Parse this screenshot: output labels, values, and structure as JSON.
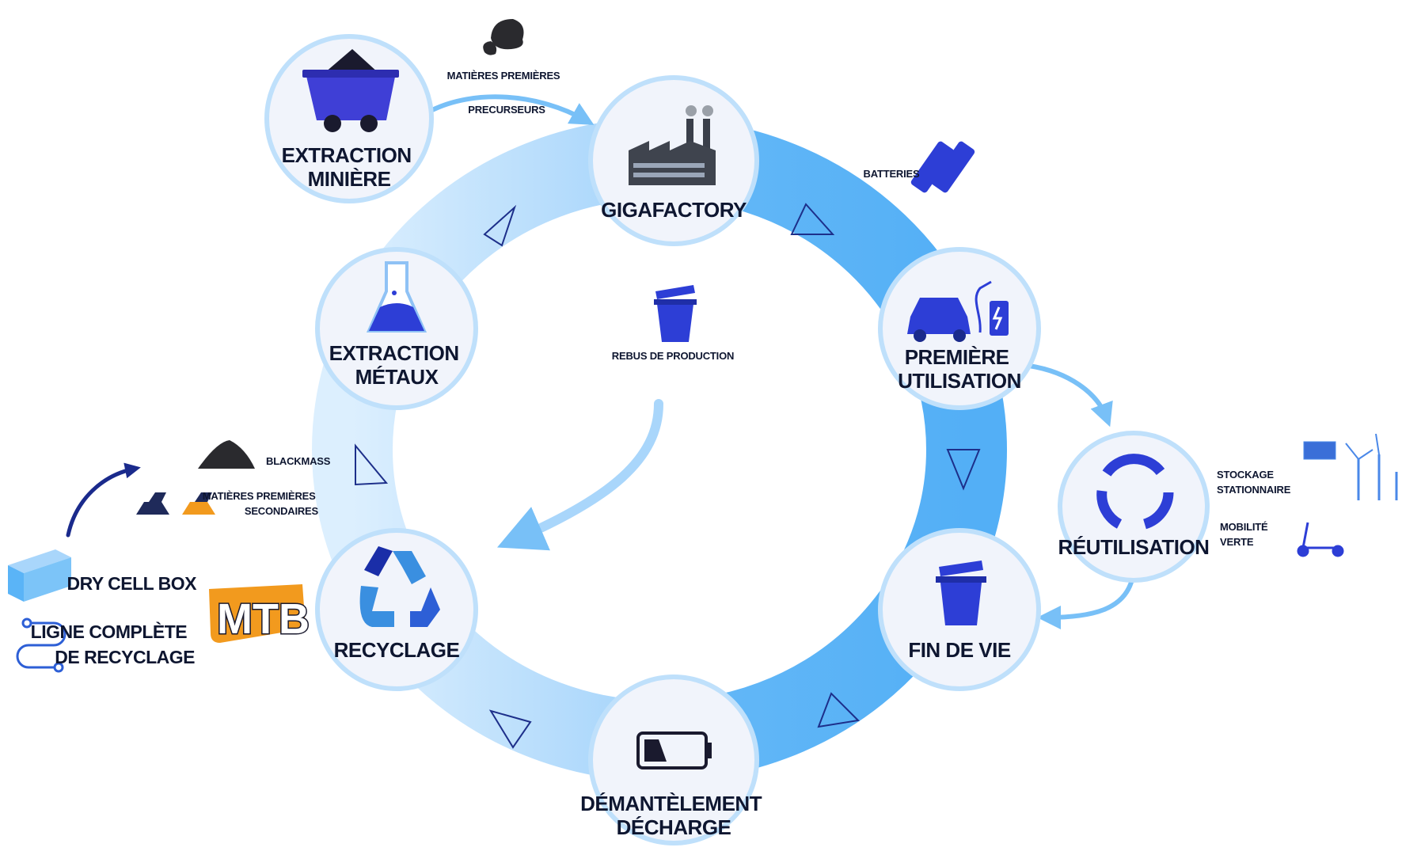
{
  "nodes": {
    "extraction_miniere": [
      "EXTRACTION",
      "MINIÈRE"
    ],
    "gigafactory": [
      "GIGAFACTORY"
    ],
    "premiere_utilisation": [
      "PREMIÈRE",
      "UTILISATION"
    ],
    "reutilisation": [
      "RÉUTILISATION"
    ],
    "fin_de_vie": [
      "FIN DE VIE"
    ],
    "demantelement": [
      "DÉMANTÈLEMENT",
      "DÉCHARGE"
    ],
    "recyclage": [
      "RECYCLAGE"
    ],
    "extraction_metaux": [
      "EXTRACTION",
      "MÉTAUX"
    ]
  },
  "labels": {
    "matieres_premieres": "MATIÈRES PREMIÈRES",
    "precurseurs": "PRECURSEURS",
    "batteries": "BATTERIES",
    "rebus": "REBUS DE PRODUCTION",
    "stockage": [
      "STOCKAGE",
      "STATIONNAIRE"
    ],
    "mobilite": [
      "MOBILITÉ",
      "VERTE"
    ],
    "blackmass": "BLACKMASS",
    "matieres_secondaires": [
      "MATIÈRES PREMIÈRES",
      "SECONDAIRES"
    ],
    "dry_cell_box": "DRY CELL BOX",
    "ligne_recyclage": [
      "LIGNE COMPLÈTE",
      "DE RECYCLAGE"
    ],
    "mtb_logo": "MTB"
  },
  "colors": {
    "ring_light": "#cfe8fd",
    "ring_dark": "#5ab4f7",
    "node_fill": "#f1f4fb",
    "node_border": "#bfe0fb",
    "icon_blue": "#2d3ed6",
    "text_dark": "#0e1630",
    "mtb_orange": "#f29a1e"
  },
  "icons": [
    "mine-cart-icon",
    "coal-icon",
    "factory-icon",
    "batteries-icon",
    "car-charging-icon",
    "recycle-arrows-icon",
    "trash-can-icon",
    "battery-low-icon",
    "recycle-symbol-icon",
    "flask-icon",
    "wind-solar-icon",
    "scooter-icon",
    "blackmass-pile-icon",
    "ingots-icon",
    "container-icon",
    "process-line-icon"
  ]
}
